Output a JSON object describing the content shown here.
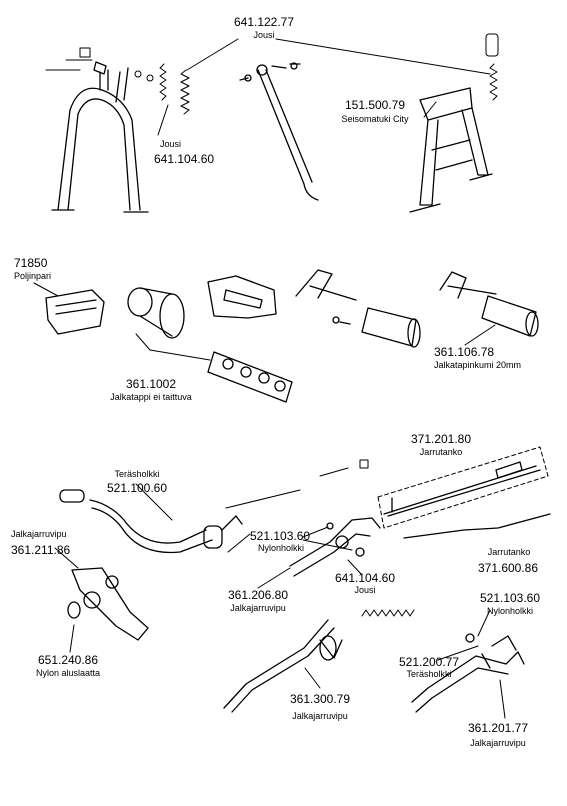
{
  "parts": {
    "jousi_top": {
      "code": "641.122.77",
      "name": "Jousi"
    },
    "jousi_left": {
      "name": "Jousi",
      "code": "641.104.60"
    },
    "seisomatuki": {
      "code": "151.500.79",
      "name": "Seisomatuki City"
    },
    "poljinpari": {
      "code": "71850",
      "name": "Poljinpari"
    },
    "jalkatappi": {
      "code": "361.1002",
      "name": "Jalkatappi ei taittuva"
    },
    "jalkatapinkumi": {
      "code": "361.106.78",
      "name": "Jalkatapinkumi 20mm"
    },
    "jarrutanko_top": {
      "code": "371.201.80",
      "name": "Jarrutanko"
    },
    "terasholkki_left": {
      "name": "Teräsholkki",
      "code": "521.100.60"
    },
    "jalkajarruvipu_left": {
      "name": "Jalkajarruvipu",
      "code": "361.211.86"
    },
    "nylonholkki_mid": {
      "code": "521.103.60",
      "name": "Nylonholkki"
    },
    "jarrutanko_bottom": {
      "name": "Jarrutanko",
      "code": "371.600.86"
    },
    "jalkajarruvipu_mid": {
      "code": "361.206.80",
      "name": "Jalkajarruvipu"
    },
    "jousi_bottom": {
      "code": "641.104.60",
      "name": "Jousi"
    },
    "nylonholkki_right": {
      "code": "521.103.60",
      "name": "Nylonholkki"
    },
    "aluslaatta": {
      "code": "651.240.86",
      "name": "Nylon aluslaatta"
    },
    "terasholkki_right": {
      "code": "521.200.77",
      "name": "Teräsholkki"
    },
    "jalkajarruvipu_bottom": {
      "code": "361.300.79",
      "name": "Jalkajarruvipu"
    },
    "jalkajarruvipu_right": {
      "code": "361.201.77",
      "name": "Jalkajarruvipu"
    }
  }
}
